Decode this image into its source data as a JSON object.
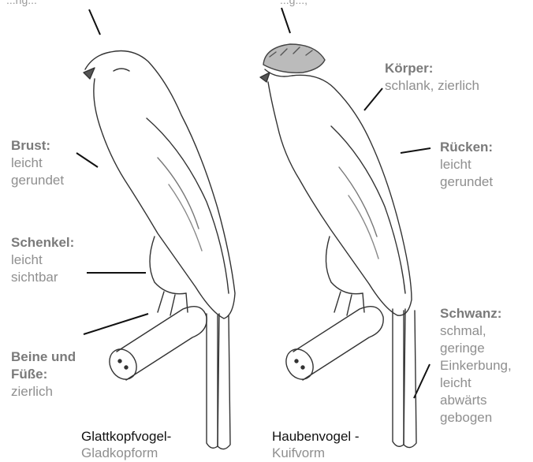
{
  "top_partial_left": "...ng...",
  "top_partial_right": "...g...,",
  "labels": {
    "koerper": {
      "head": "Körper:",
      "desc": "schlank, zierlich"
    },
    "brust": {
      "head": "Brust:",
      "desc1": "leicht",
      "desc2": "gerundet"
    },
    "ruecken": {
      "head": "Rücken:",
      "desc1": "leicht",
      "desc2": "gerundet"
    },
    "schenkel": {
      "head": "Schenkel:",
      "desc1": "leicht",
      "desc2": "sichtbar"
    },
    "beine": {
      "head1": "Beine und",
      "head2": "Füße:",
      "desc": "zierlich"
    },
    "schwanz": {
      "head": "Schwanz:",
      "desc": [
        "schmal,",
        "geringe",
        "Einkerbung,",
        "leicht",
        "abwärts",
        "gebogen"
      ]
    }
  },
  "captions": {
    "left": {
      "line1": "Glattkopfvogel-",
      "line2": "Gladkopform"
    },
    "right": {
      "line1": "Haubenvogel -",
      "line2": "Kuifvorm"
    }
  }
}
